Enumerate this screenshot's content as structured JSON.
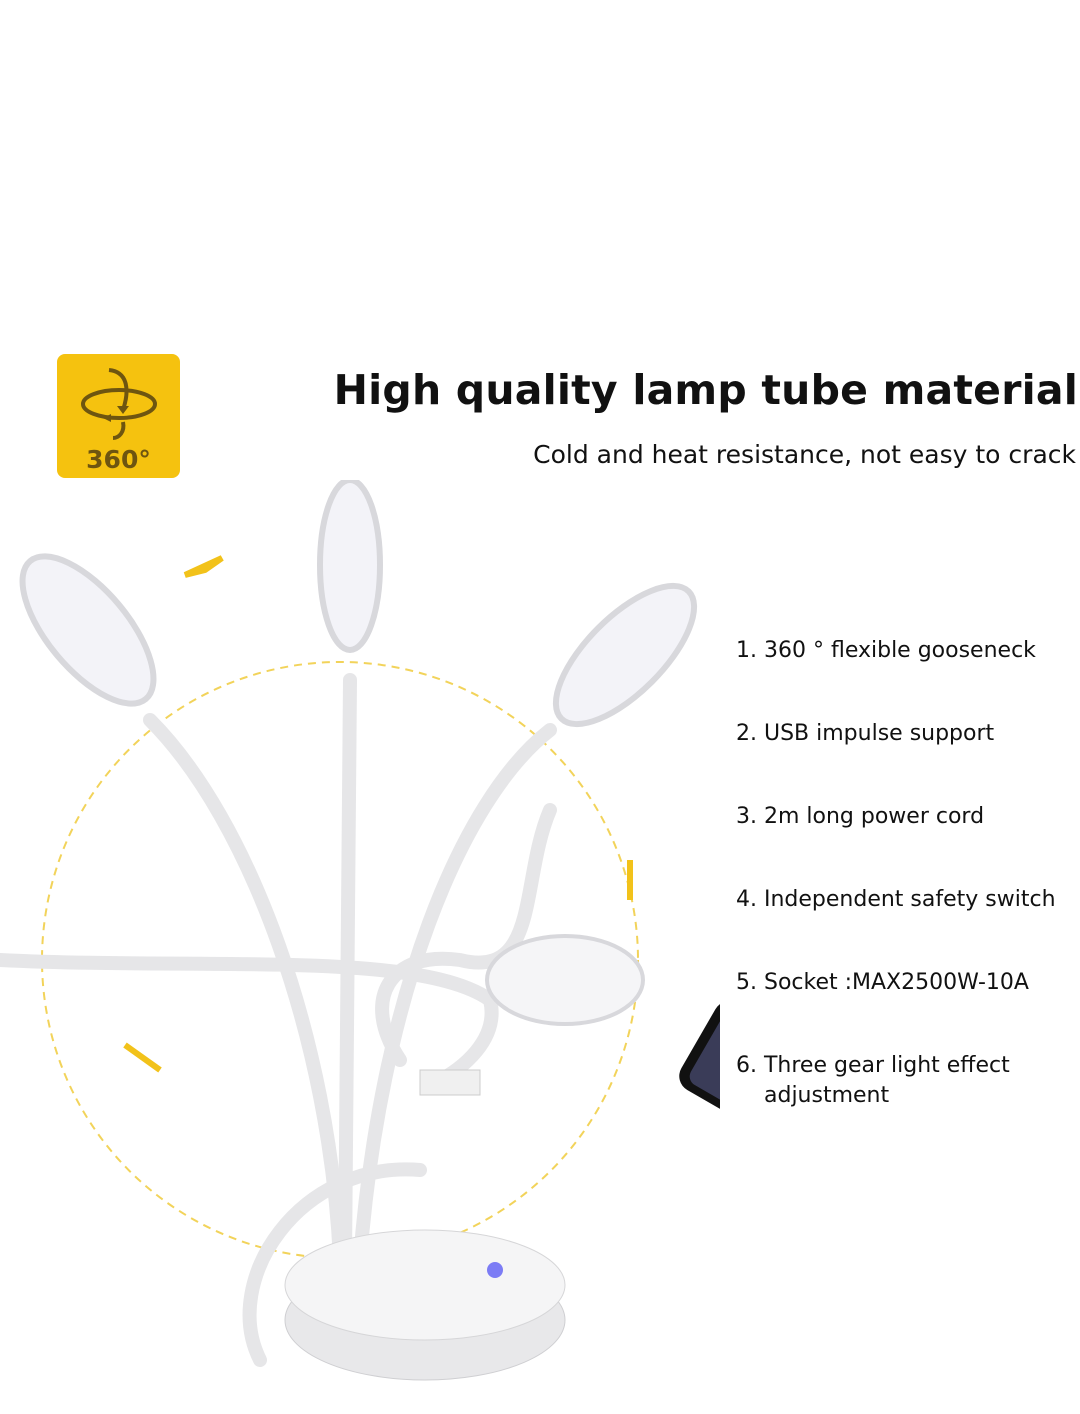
{
  "badge": {
    "icon": "rotate-360-icon",
    "label": "360°",
    "color": "#f5c20f"
  },
  "header": {
    "title": "High quality lamp tube material",
    "subtitle": "Cold and heat resistance, not easy to crack"
  },
  "features": [
    {
      "line1": "1. 360 ° flexible gooseneck"
    },
    {
      "line1": "2. USB impulse support"
    },
    {
      "line1": "3. 2m long power cord"
    },
    {
      "line1": "4. Independent safety switch"
    },
    {
      "line1": "5. Socket :MAX2500W-10A"
    },
    {
      "line1": "6. Three gear light effect",
      "line2": "adjustment"
    }
  ]
}
